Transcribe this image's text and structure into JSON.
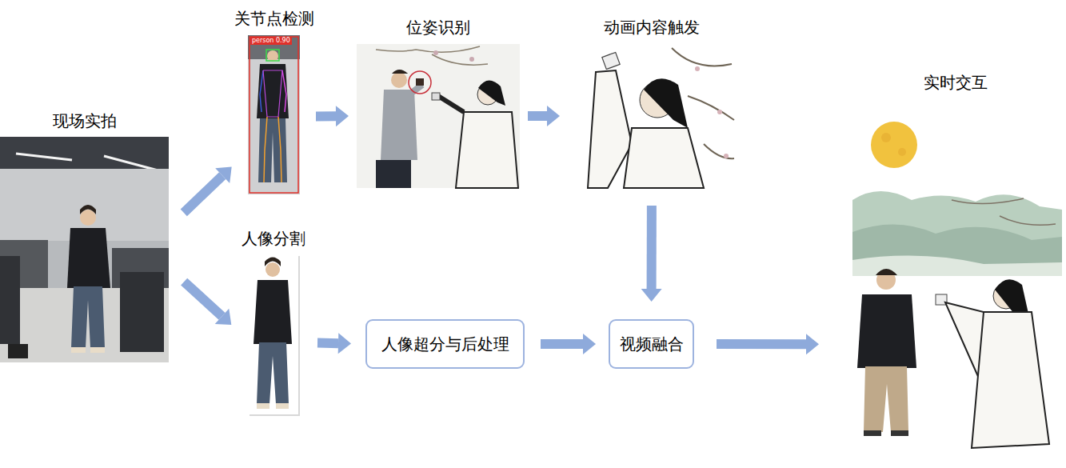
{
  "diagram": {
    "nodes": [
      {
        "text": [
          "现场实拍"
        ]
      },
      {
        "text": [
          "关节点检测"
        ]
      },
      {
        "text": [
          "位姿识别"
        ]
      },
      {
        "text": [
          "动画内容触发"
        ]
      },
      {
        "text": [
          "人像分割"
        ]
      },
      {
        "text": [
          "人像超分与后处理"
        ]
      },
      {
        "text": [
          "视频融合"
        ]
      },
      {
        "text": [
          "实时交互"
        ]
      }
    ],
    "edges": [
      {
        "from": 0,
        "to": 1,
        "arrow": "to"
      },
      {
        "from": 0,
        "to": 4,
        "arrow": "to"
      },
      {
        "from": 1,
        "to": 2,
        "arrow": "to"
      },
      {
        "from": 2,
        "to": 3,
        "arrow": "to"
      },
      {
        "from": 3,
        "to": 6,
        "arrow": "to"
      },
      {
        "from": 4,
        "to": 5,
        "arrow": "to"
      },
      {
        "from": 5,
        "to": 6,
        "arrow": "to"
      },
      {
        "from": 6,
        "to": 7,
        "arrow": "to"
      }
    ],
    "labels": [
      "person 0.90"
    ]
  }
}
